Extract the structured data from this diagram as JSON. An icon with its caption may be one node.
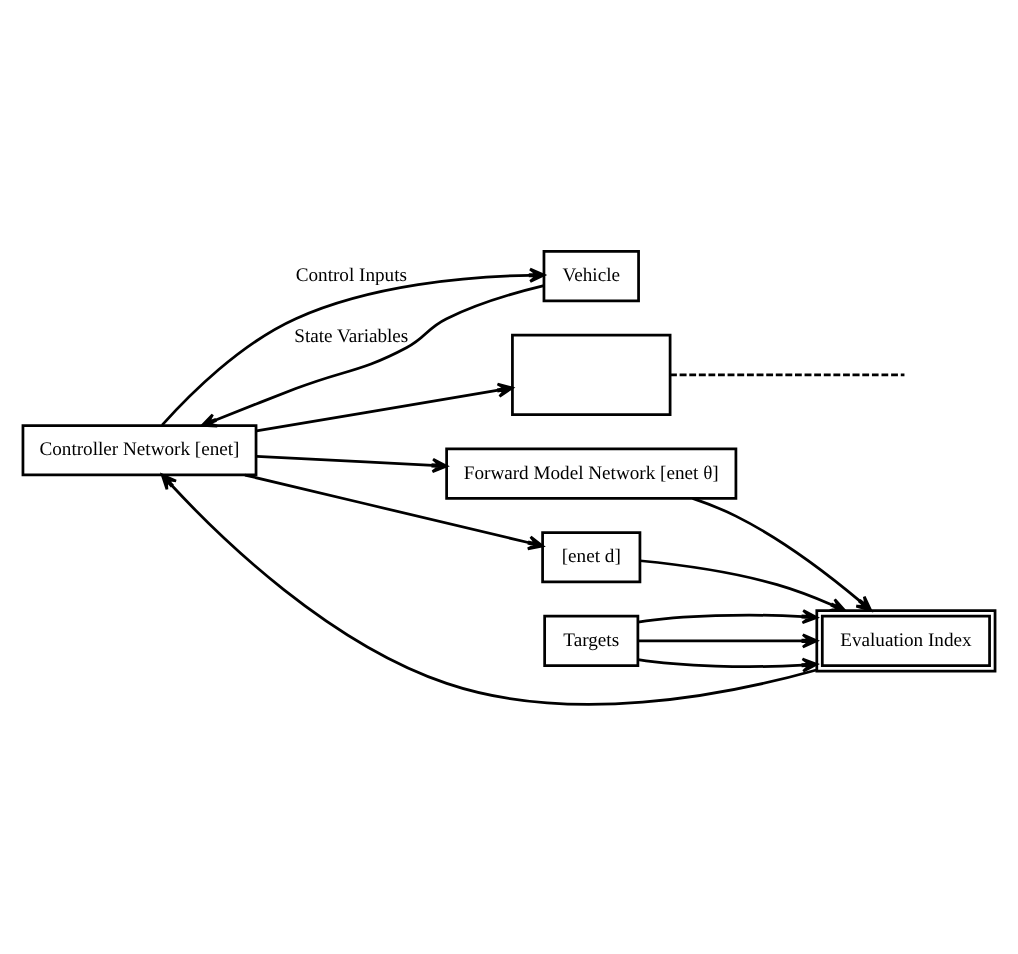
{
  "diagram": {
    "nodes": [
      {
        "text": [
          "Controller Network [enet]"
        ]
      },
      {
        "text": [
          "Vehicle"
        ]
      },
      {
        "text": [
          "Forward Model Network [enet θ]"
        ]
      },
      {
        "text": [
          "[enet d]"
        ]
      },
      {
        "text": [],
        "shape": "box"
      },
      {
        "text": [
          "Evaluation Index"
        ]
      },
      {
        "text": [
          "Targets"
        ]
      }
    ],
    "edges": [
      {
        "from": 0,
        "to": 1,
        "arrow": "to",
        "label": "Control Inputs"
      },
      {
        "from": 0,
        "to": 2,
        "arrow": "to"
      },
      {
        "from": 0,
        "to": 3,
        "arrow": "to"
      },
      {
        "from": 0,
        "to": 4,
        "arrow": "to"
      },
      {
        "from": 1,
        "to": 0,
        "arrow": "to",
        "label": "State Variables"
      },
      {
        "from": 2,
        "to": 5,
        "arrow": "to"
      },
      {
        "from": 3,
        "to": 5,
        "arrow": "to"
      },
      {
        "from": 4,
        "to": null,
        "arrow": "none",
        "style": "dashed"
      },
      {
        "from": 5,
        "to": 0,
        "arrow": "to"
      },
      {
        "from": 6,
        "to": 5,
        "arrow": "to"
      },
      {
        "from": 6,
        "to": 5,
        "arrow": "to"
      },
      {
        "from": 6,
        "to": 5,
        "arrow": "to"
      }
    ]
  }
}
